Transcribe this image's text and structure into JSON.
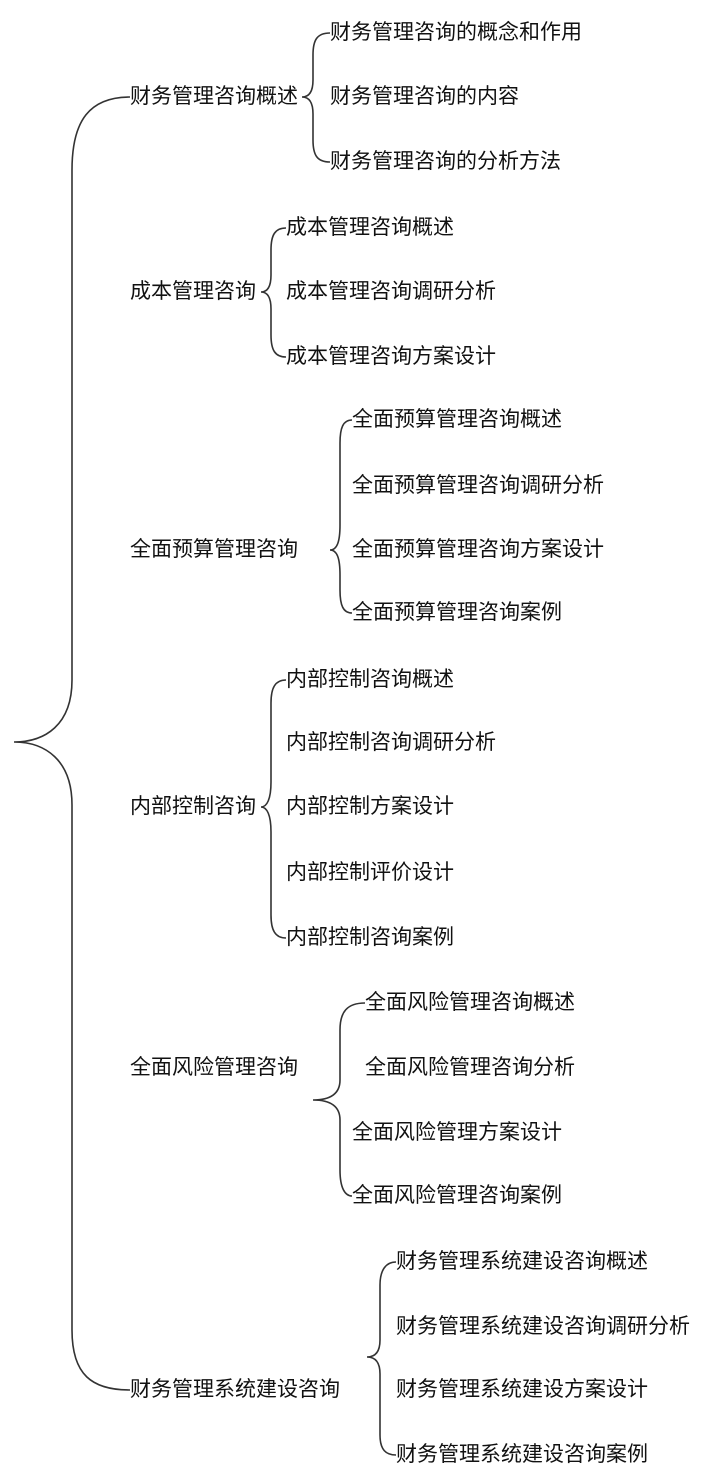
{
  "diagram": {
    "sections": [
      {
        "label": "财务管理咨询概述",
        "items": [
          "财务管理咨询的概念和作用",
          "财务管理咨询的内容",
          "财务管理咨询的分析方法"
        ]
      },
      {
        "label": "成本管理咨询",
        "items": [
          "成本管理咨询概述",
          "成本管理咨询调研分析",
          "成本管理咨询方案设计"
        ]
      },
      {
        "label": "全面预算管理咨询",
        "items": [
          "全面预算管理咨询概述",
          "全面预算管理咨询调研分析",
          "全面预算管理咨询方案设计",
          "全面预算管理咨询案例"
        ]
      },
      {
        "label": "内部控制咨询",
        "items": [
          "内部控制咨询概述",
          "内部控制咨询调研分析",
          "内部控制方案设计",
          "内部控制评价设计",
          "内部控制咨询案例"
        ]
      },
      {
        "label": "全面风险管理咨询",
        "items": [
          "全面风险管理咨询概述",
          "全面风险管理咨询分析",
          "全面风险管理方案设计",
          "全面风险管理咨询案例"
        ]
      },
      {
        "label": "财务管理系统建设咨询",
        "items": [
          "财务管理系统建设咨询概述",
          "财务管理系统建设咨询调研分析",
          "财务管理系统建设方案设计",
          "财务管理系统建设咨询案例"
        ]
      }
    ]
  }
}
